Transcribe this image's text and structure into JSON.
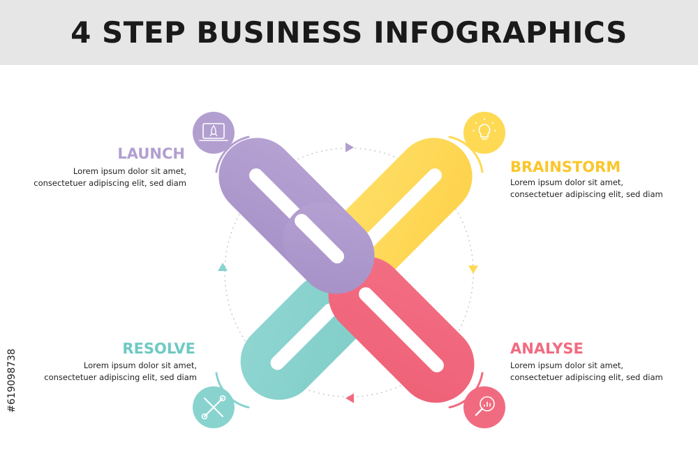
{
  "title": "4 STEP BUSINESS INFOGRAPHICS",
  "steps": {
    "launch": {
      "title": "LAUNCH",
      "line1": "Lorem ipsum dolor sit amet,",
      "line2": "consectetuer adipiscing elit, sed diam",
      "icon": "rocket-laptop-icon"
    },
    "brainstorm": {
      "title": "BRAINSTORM",
      "line1": "Lorem ipsum dolor sit amet,",
      "line2": "consectetuer adipiscing elit, sed diam",
      "icon": "lightbulb-icon"
    },
    "analyse": {
      "title": "ANALYSE",
      "line1": "Lorem ipsum dolor sit amet,",
      "line2": "consectetuer adipiscing elit, sed diam",
      "icon": "chart-magnifier-icon"
    },
    "resolve": {
      "title": "RESOLVE",
      "line1": "Lorem ipsum dolor sit amet,",
      "line2": "consectetuer adipiscing elit, sed diam",
      "icon": "wrench-screwdriver-icon"
    }
  },
  "colors": {
    "purple": "#b29fd0",
    "yellow": "#fed954",
    "pink": "#f16b80",
    "teal": "#89d3cf",
    "header_bg": "#e6e6e6",
    "title": "#1a1a1a"
  },
  "watermark": "#619098738"
}
